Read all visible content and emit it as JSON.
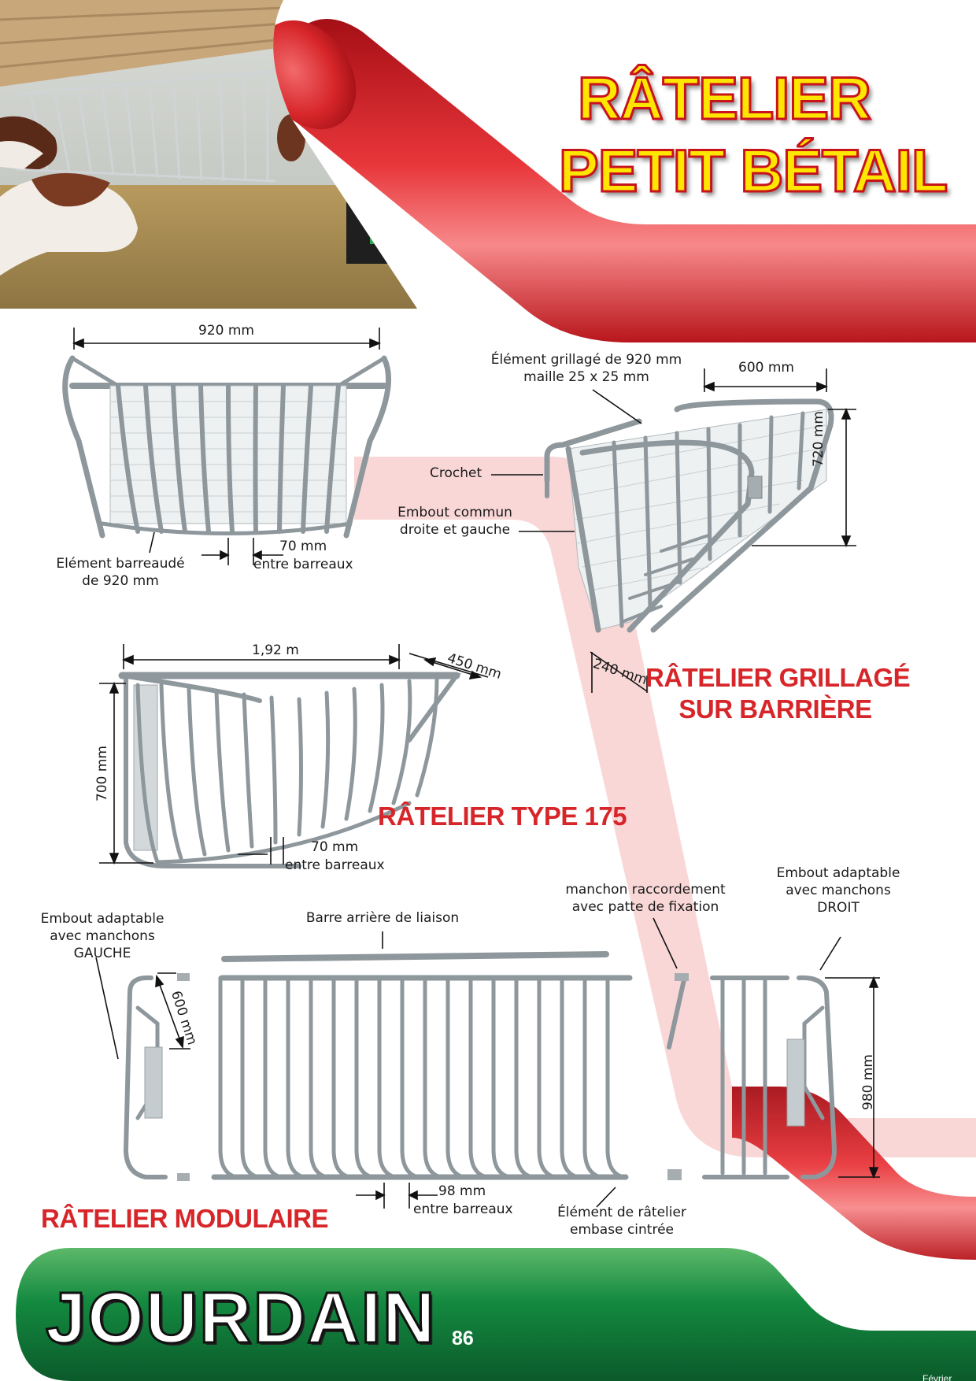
{
  "page": {
    "title_line1": "RÂTELIER",
    "title_line2": "PETIT BÉTAIL",
    "page_number": "86",
    "month": "Février",
    "brand": "JOURDAIN"
  },
  "colors": {
    "red": "#d7262a",
    "yellow": "#ffe600",
    "green": "#0f7a3a",
    "pink": "#f7c9c9"
  },
  "products": {
    "grille": {
      "name_line1": "RÂTELIER GRILLAGÉ",
      "name_line2": "SUR BARRIÈRE"
    },
    "type175": {
      "name": "RÂTELIER TYPE 175"
    },
    "modulaire": {
      "name": "RÂTELIER MODULAIRE"
    }
  },
  "labels": {
    "dim_920": "920 mm",
    "element_barreaude_1": "Elément barreaudé",
    "element_barreaude_2": "de 920 mm",
    "dim_70_a": "70 mm",
    "entre_barreaux_a": "entre barreaux",
    "crochet": "Crochet",
    "embout_commun_1": "Embout commun",
    "embout_commun_2": "droite et gauche",
    "element_grillage_1": "Élément grillagé de 920 mm",
    "element_grillage_2": "maille 25 x 25 mm",
    "dim_600_a": "600 mm",
    "dim_720": "720 mm",
    "dim_240": "240 mm",
    "dim_192": "1,92 m",
    "dim_450": "450 mm",
    "dim_700": "700 mm",
    "dim_70_b": "70 mm",
    "entre_barreaux_b": "entre barreaux",
    "embout_gauche_1": "Embout adaptable",
    "embout_gauche_2": "avec manchons",
    "embout_gauche_3": "GAUCHE",
    "barre_arriere": "Barre arrière de liaison",
    "manchon_1": "manchon raccordement",
    "manchon_2": "avec patte de fixation",
    "embout_droit_1": "Embout adaptable",
    "embout_droit_2": "avec manchons",
    "embout_droit_3": "DROIT",
    "dim_600_b": "600 mm",
    "dim_980": "980 mm",
    "dim_98": "98 mm",
    "entre_barreaux_c": "entre barreaux",
    "element_ratelier_1": "Élément de râtelier",
    "element_ratelier_2": "embase cintrée"
  }
}
